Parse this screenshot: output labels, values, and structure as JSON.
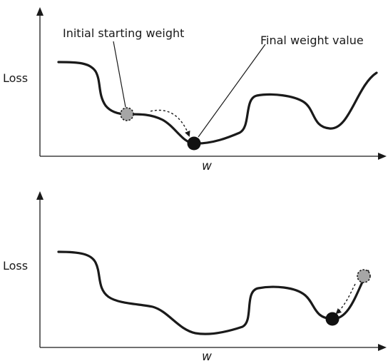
{
  "top_panel": {
    "y_axis_label": "Loss",
    "x_axis_label": "w",
    "annotation_start": "Initial starting weight",
    "annotation_final": "Final weight value"
  },
  "bottom_panel": {
    "y_axis_label": "Loss",
    "x_axis_label": "w"
  },
  "colors": {
    "curve": "#1a1a1a",
    "start_point_fill": "#a6a6a6",
    "final_point_fill": "#111111"
  }
}
